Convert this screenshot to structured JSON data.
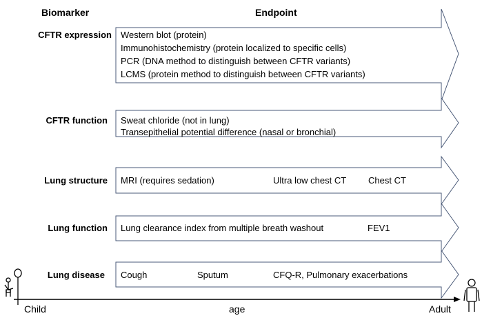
{
  "headers": {
    "biomarker": "Biomarker",
    "endpoint": "Endpoint"
  },
  "rows": [
    {
      "biomarker": "CFTR expression",
      "endpoints": [
        "Western blot (protein)",
        "Immunohistochemistry (protein localized to specific cells)",
        "PCR (DNA method to distinguish between CFTR variants)",
        "LCMS (protein method to distinguish between CFTR variants)"
      ]
    },
    {
      "biomarker": "CFTR function",
      "endpoints": [
        "Sweat chloride (not in lung)",
        "Transepithelial potential difference (nasal or bronchial)"
      ]
    },
    {
      "biomarker": "Lung structure",
      "endpoints": [
        "MRI (requires sedation)",
        "Ultra low chest CT",
        "Chest CT"
      ]
    },
    {
      "biomarker": "Lung function",
      "endpoints": [
        "Lung clearance index from multiple breath washout",
        "FEV1"
      ]
    },
    {
      "biomarker": "Lung disease",
      "endpoints": [
        "Cough",
        "Sputum",
        "CFQ-R, Pulmonary exacerbations"
      ]
    }
  ],
  "axis": {
    "start": "Child",
    "middle": "age",
    "end": "Adult"
  },
  "colors": {
    "arrow_stroke": "#4a5a78",
    "line": "#000000"
  }
}
